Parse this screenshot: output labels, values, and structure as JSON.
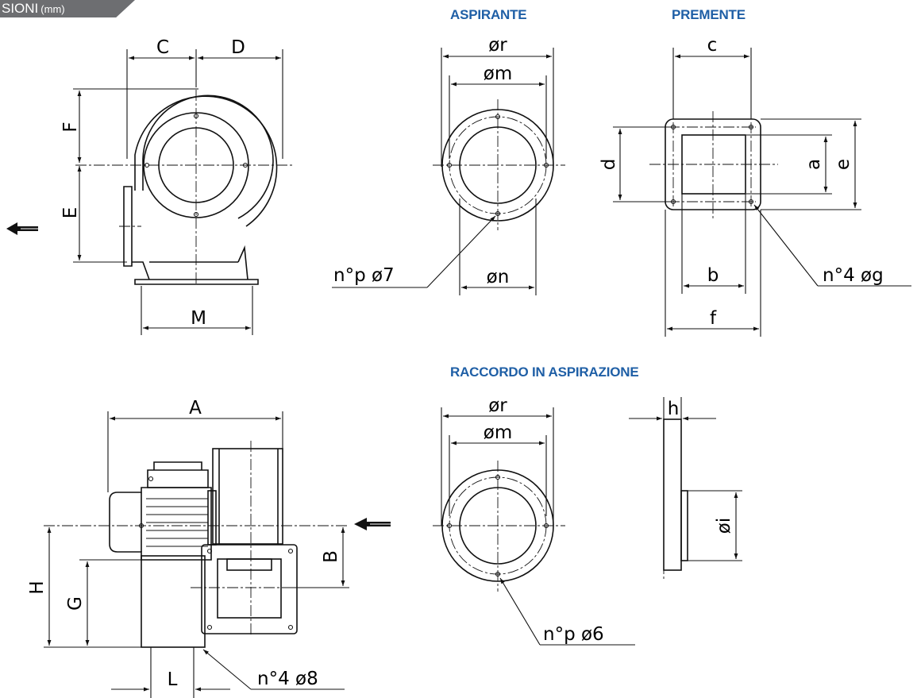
{
  "header": {
    "section_label": "SIONI",
    "units_label": "(mm)",
    "aspirante_title": "ASPIRANTE",
    "premente_title": "PREMENTE",
    "raccordo_title": "RACCORDO IN ASPIRAZIONE"
  },
  "side_view": {
    "dim_C": "C",
    "dim_D": "D",
    "dim_F": "F",
    "dim_E": "E",
    "dim_M": "M"
  },
  "aspirante": {
    "dim_r": "ør",
    "dim_m": "øm",
    "dim_n": "øn",
    "holes_label": "n°p  ø7"
  },
  "premente": {
    "dim_c": "c",
    "dim_d": "d",
    "dim_a": "a",
    "dim_e": "e",
    "dim_b": "b",
    "dim_f": "f",
    "holes_label": "n°4  øg"
  },
  "front_view": {
    "dim_A": "A",
    "dim_B": "B",
    "dim_H": "H",
    "dim_G": "G",
    "dim_L": "L",
    "holes_label": "n°4  ø8"
  },
  "raccordo": {
    "dim_r": "ør",
    "dim_m": "øm",
    "dim_h": "h",
    "dim_i": "øi",
    "holes_label": "n°p  ø6"
  },
  "icons": {
    "flow_arrow_left": "arrow-left-icon",
    "flow_arrow_inlet": "arrow-left-icon"
  },
  "colors": {
    "heading": "#1f5fa6",
    "tab": "#6d6e71"
  }
}
